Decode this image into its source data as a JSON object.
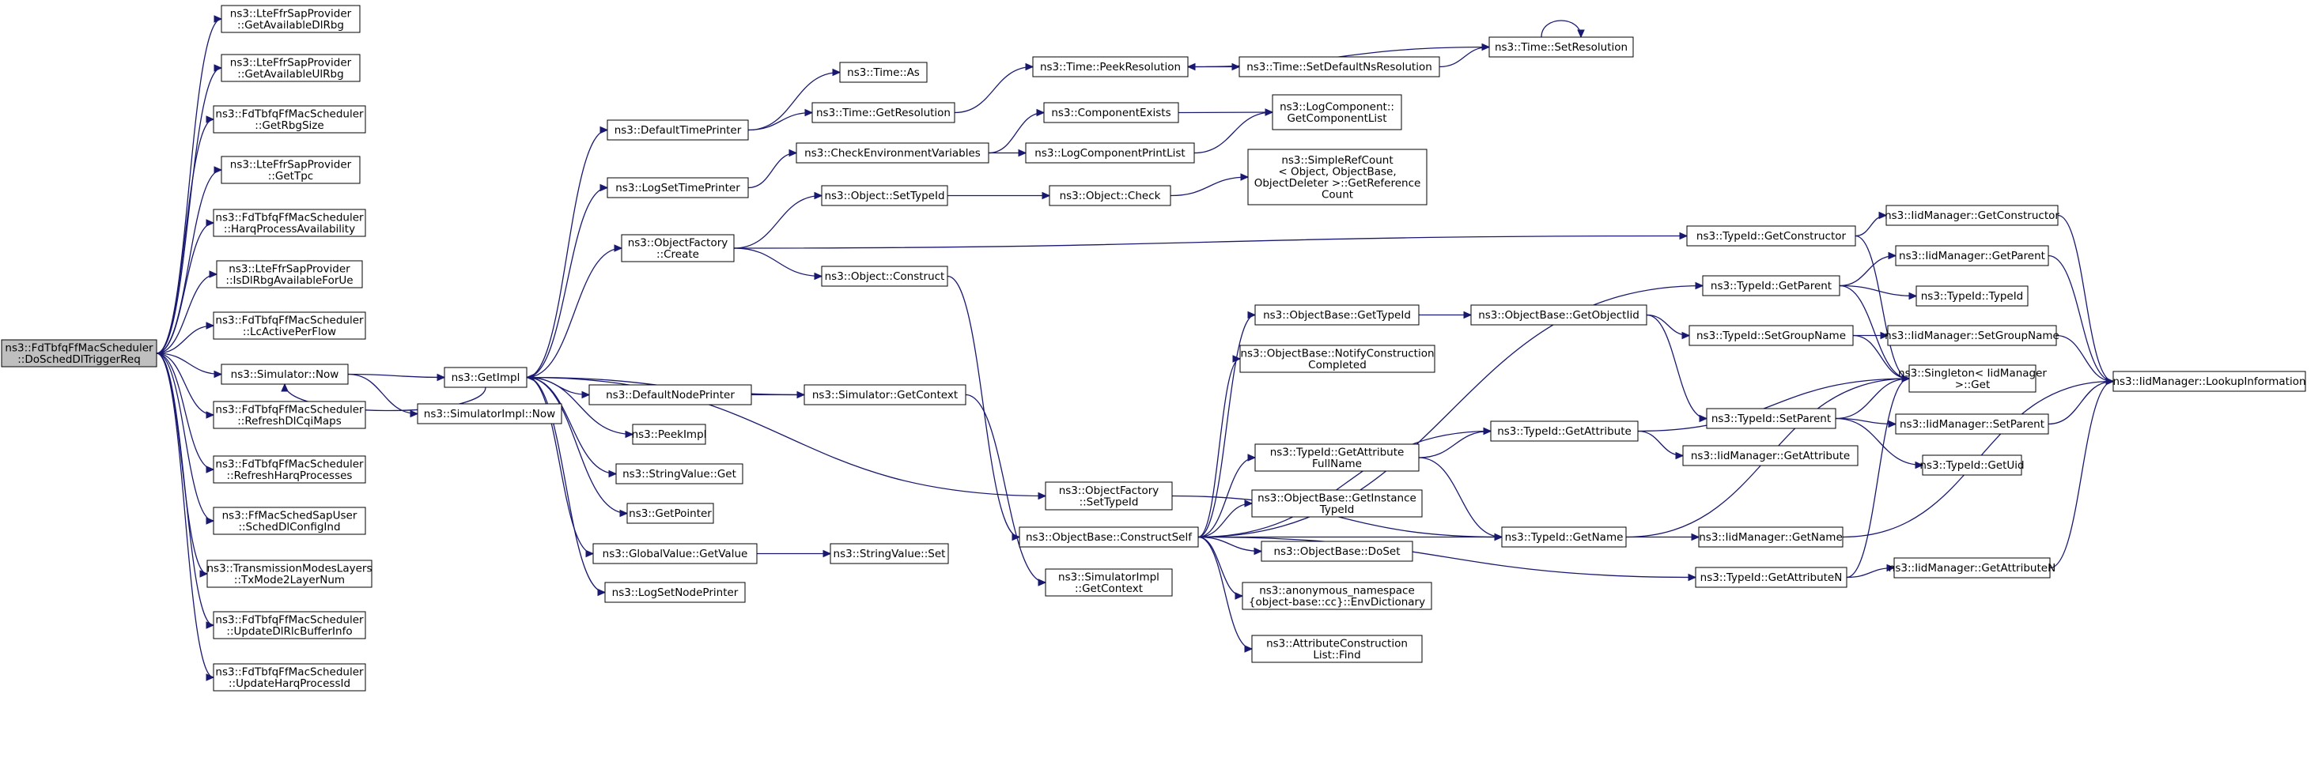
{
  "colors": {
    "edge": "#191970",
    "root_fill": "#bfbfbf",
    "node_fill": "#ffffff",
    "border": "#000000"
  },
  "nodes": [
    {
      "id": "root",
      "lines": [
        "ns3::FdTbfqFfMacScheduler",
        "::DoSchedDlTriggerReq"
      ],
      "root": true
    },
    {
      "id": "getAvailDl",
      "lines": [
        "ns3::LteFfrSapProvider",
        "::GetAvailableDlRbg"
      ]
    },
    {
      "id": "getAvailUl",
      "lines": [
        "ns3::LteFfrSapProvider",
        "::GetAvailableUlRbg"
      ]
    },
    {
      "id": "getRbgSize",
      "lines": [
        "ns3::FdTbfqFfMacScheduler",
        "::GetRbgSize"
      ]
    },
    {
      "id": "getTpc",
      "lines": [
        "ns3::LteFfrSapProvider",
        "::GetTpc"
      ]
    },
    {
      "id": "harqAvail",
      "lines": [
        "ns3::FdTbfqFfMacScheduler",
        "::HarqProcessAvailability"
      ]
    },
    {
      "id": "isDlRbg",
      "lines": [
        "ns3::LteFfrSapProvider",
        "::IsDlRbgAvailableForUe"
      ]
    },
    {
      "id": "lcActive",
      "lines": [
        "ns3::FdTbfqFfMacScheduler",
        "::LcActivePerFlow"
      ]
    },
    {
      "id": "simNow",
      "lines": [
        "ns3::Simulator::Now"
      ]
    },
    {
      "id": "refreshCqi",
      "lines": [
        "ns3::FdTbfqFfMacScheduler",
        "::RefreshDlCqiMaps"
      ]
    },
    {
      "id": "refreshHarq",
      "lines": [
        "ns3::FdTbfqFfMacScheduler",
        "::RefreshHarqProcesses"
      ]
    },
    {
      "id": "schedDlCfg",
      "lines": [
        "ns3::FfMacSchedSapUser",
        "::SchedDlConfigInd"
      ]
    },
    {
      "id": "txMode",
      "lines": [
        "ns3::TransmissionModesLayers",
        "::TxMode2LayerNum"
      ]
    },
    {
      "id": "updateRlc",
      "lines": [
        "ns3::FdTbfqFfMacScheduler",
        "::UpdateDlRlcBufferInfo"
      ]
    },
    {
      "id": "updateHarqId",
      "lines": [
        "ns3::FdTbfqFfMacScheduler",
        "::UpdateHarqProcessId"
      ]
    },
    {
      "id": "getImpl",
      "lines": [
        "ns3::GetImpl"
      ]
    },
    {
      "id": "simImplNow",
      "lines": [
        "ns3::SimulatorImpl::Now"
      ]
    },
    {
      "id": "defTimePrinter",
      "lines": [
        "ns3::DefaultTimePrinter"
      ]
    },
    {
      "id": "logSetTimePrinter",
      "lines": [
        "ns3::LogSetTimePrinter"
      ]
    },
    {
      "id": "objFactoryCreate",
      "lines": [
        "ns3::ObjectFactory",
        "::Create"
      ]
    },
    {
      "id": "defNodePrinter",
      "lines": [
        "ns3::DefaultNodePrinter"
      ]
    },
    {
      "id": "peekImpl",
      "lines": [
        "ns3::PeekImpl"
      ]
    },
    {
      "id": "stringValueGet",
      "lines": [
        "ns3::StringValue::Get"
      ]
    },
    {
      "id": "getPointer",
      "lines": [
        "ns3::GetPointer"
      ]
    },
    {
      "id": "globalValueGetValue",
      "lines": [
        "ns3::GlobalValue::GetValue"
      ]
    },
    {
      "id": "logSetNodePrinter",
      "lines": [
        "ns3::LogSetNodePrinter"
      ]
    },
    {
      "id": "timeAs",
      "lines": [
        "ns3::Time::As"
      ]
    },
    {
      "id": "timeGetRes",
      "lines": [
        "ns3::Time::GetResolution"
      ]
    },
    {
      "id": "checkEnv",
      "lines": [
        "ns3::CheckEnvironmentVariables"
      ]
    },
    {
      "id": "objSetTypeId",
      "lines": [
        "ns3::Object::SetTypeId"
      ]
    },
    {
      "id": "objConstruct",
      "lines": [
        "ns3::Object::Construct"
      ]
    },
    {
      "id": "simGetContext",
      "lines": [
        "ns3::Simulator::GetContext"
      ]
    },
    {
      "id": "stringValueSet",
      "lines": [
        "ns3::StringValue::Set"
      ]
    },
    {
      "id": "timePeekRes",
      "lines": [
        "ns3::Time::PeekResolution"
      ]
    },
    {
      "id": "compExists",
      "lines": [
        "ns3::ComponentExists"
      ]
    },
    {
      "id": "logCompPrintList",
      "lines": [
        "ns3::LogComponentPrintList"
      ]
    },
    {
      "id": "objCheck",
      "lines": [
        "ns3::Object::Check"
      ]
    },
    {
      "id": "objBaseConstructSelf",
      "lines": [
        "ns3::ObjectBase::ConstructSelf"
      ]
    },
    {
      "id": "objFactorySetTypeId",
      "lines": [
        "ns3::ObjectFactory",
        "::SetTypeId"
      ]
    },
    {
      "id": "simImplGetContext",
      "lines": [
        "ns3::SimulatorImpl",
        "::GetContext"
      ]
    },
    {
      "id": "timeSetDefNsRes",
      "lines": [
        "ns3::Time::SetDefaultNsResolution"
      ]
    },
    {
      "id": "timeSetRes",
      "lines": [
        "ns3::Time::SetResolution"
      ]
    },
    {
      "id": "logCompGetList",
      "lines": [
        "ns3::LogComponent::",
        "GetComponentList"
      ]
    },
    {
      "id": "simpleRefCount",
      "lines": [
        "ns3::SimpleRefCount",
        "< Object, ObjectBase,",
        "ObjectDeleter >::GetReference",
        "Count"
      ]
    },
    {
      "id": "objBaseGetTypeId",
      "lines": [
        "ns3::ObjectBase::GetTypeId"
      ]
    },
    {
      "id": "objBaseNotify",
      "lines": [
        "ns3::ObjectBase::NotifyConstruction",
        "Completed"
      ]
    },
    {
      "id": "typeIdGetAttrFullName",
      "lines": [
        "ns3::TypeId::GetAttribute",
        "FullName"
      ]
    },
    {
      "id": "objBaseGetInstanceTypeId",
      "lines": [
        "ns3::ObjectBase::GetInstance",
        "TypeId"
      ]
    },
    {
      "id": "objBaseDoSet",
      "lines": [
        "ns3::ObjectBase::DoSet"
      ]
    },
    {
      "id": "anonEnvDict",
      "lines": [
        "ns3::anonymous_namespace",
        "{object-base::cc}::EnvDictionary"
      ]
    },
    {
      "id": "attrConstrListFind",
      "lines": [
        "ns3::AttributeConstruction",
        "List::Find"
      ]
    },
    {
      "id": "objBaseGetObjectIid",
      "lines": [
        "ns3::ObjectBase::GetObjectIid"
      ]
    },
    {
      "id": "typeIdGetAttribute",
      "lines": [
        "ns3::TypeId::GetAttribute"
      ]
    },
    {
      "id": "typeIdGetName",
      "lines": [
        "ns3::TypeId::GetName"
      ]
    },
    {
      "id": "typeIdGetAttributeN",
      "lines": [
        "ns3::TypeId::GetAttributeN"
      ]
    },
    {
      "id": "typeIdGetConstructor",
      "lines": [
        "ns3::TypeId::GetConstructor"
      ]
    },
    {
      "id": "typeIdGetParent",
      "lines": [
        "ns3::TypeId::GetParent"
      ]
    },
    {
      "id": "typeIdSetGroupName",
      "lines": [
        "ns3::TypeId::SetGroupName"
      ]
    },
    {
      "id": "typeIdSetParent",
      "lines": [
        "ns3::TypeId::SetParent"
      ]
    },
    {
      "id": "iidGetConstructor",
      "lines": [
        "ns3::IidManager::GetConstructor"
      ]
    },
    {
      "id": "iidGetParent",
      "lines": [
        "ns3::IidManager::GetParent"
      ]
    },
    {
      "id": "typeIdTypeId",
      "lines": [
        "ns3::TypeId::TypeId"
      ]
    },
    {
      "id": "iidSetGroupName",
      "lines": [
        "ns3::IidManager::SetGroupName"
      ]
    },
    {
      "id": "singletonGet",
      "lines": [
        "ns3::Singleton< IidManager",
        ">::Get"
      ]
    },
    {
      "id": "iidSetParent",
      "lines": [
        "ns3::IidManager::SetParent"
      ]
    },
    {
      "id": "typeIdGetUid",
      "lines": [
        "ns3::TypeId::GetUid"
      ]
    },
    {
      "id": "iidGetAttribute",
      "lines": [
        "ns3::IidManager::GetAttribute"
      ]
    },
    {
      "id": "iidGetName",
      "lines": [
        "ns3::IidManager::GetName"
      ]
    },
    {
      "id": "iidGetAttributeN",
      "lines": [
        "ns3::IidManager::GetAttributeN"
      ]
    },
    {
      "id": "iidLookupInfo",
      "lines": [
        "ns3::IidManager::LookupInformation"
      ]
    }
  ],
  "edges": [
    [
      "root",
      "getAvailDl"
    ],
    [
      "root",
      "getAvailUl"
    ],
    [
      "root",
      "getRbgSize"
    ],
    [
      "root",
      "getTpc"
    ],
    [
      "root",
      "harqAvail"
    ],
    [
      "root",
      "isDlRbg"
    ],
    [
      "root",
      "lcActive"
    ],
    [
      "root",
      "simNow"
    ],
    [
      "root",
      "refreshCqi"
    ],
    [
      "root",
      "refreshHarq"
    ],
    [
      "root",
      "schedDlCfg"
    ],
    [
      "root",
      "txMode"
    ],
    [
      "root",
      "updateRlc"
    ],
    [
      "root",
      "updateHarqId"
    ],
    [
      "simNow",
      "getImpl"
    ],
    [
      "simNow",
      "simImplNow"
    ],
    [
      "getImpl",
      "defTimePrinter"
    ],
    [
      "getImpl",
      "logSetTimePrinter"
    ],
    [
      "getImpl",
      "objFactoryCreate"
    ],
    [
      "getImpl",
      "defNodePrinter"
    ],
    [
      "getImpl",
      "peekImpl"
    ],
    [
      "getImpl",
      "stringValueGet"
    ],
    [
      "getImpl",
      "getPointer"
    ],
    [
      "getImpl",
      "globalValueGetValue"
    ],
    [
      "getImpl",
      "logSetNodePrinter"
    ],
    [
      "getImpl",
      "objFactorySetTypeId"
    ],
    [
      "getImpl",
      "simNow"
    ],
    [
      "defTimePrinter",
      "timeAs"
    ],
    [
      "defTimePrinter",
      "timeGetRes"
    ],
    [
      "logSetTimePrinter",
      "checkEnv"
    ],
    [
      "objFactoryCreate",
      "objSetTypeId"
    ],
    [
      "objFactoryCreate",
      "objConstruct"
    ],
    [
      "objFactoryCreate",
      "typeIdGetConstructor"
    ],
    [
      "defNodePrinter",
      "simGetContext"
    ],
    [
      "globalValueGetValue",
      "stringValueSet"
    ],
    [
      "timeGetRes",
      "timePeekRes"
    ],
    [
      "checkEnv",
      "compExists"
    ],
    [
      "checkEnv",
      "logCompPrintList"
    ],
    [
      "objSetTypeId",
      "objCheck"
    ],
    [
      "objConstruct",
      "objBaseConstructSelf"
    ],
    [
      "simGetContext",
      "simImplGetContext"
    ],
    [
      "simGetContext",
      "getImpl"
    ],
    [
      "timePeekRes",
      "timeSetDefNsRes"
    ],
    [
      "timeSetDefNsRes",
      "timeSetRes"
    ],
    [
      "timeSetRes",
      "timePeekRes"
    ],
    [
      "timeSetRes",
      "timeSetRes"
    ],
    [
      "compExists",
      "logCompGetList"
    ],
    [
      "logCompPrintList",
      "logCompGetList"
    ],
    [
      "objCheck",
      "simpleRefCount"
    ],
    [
      "objBaseConstructSelf",
      "objBaseGetTypeId"
    ],
    [
      "objBaseConstructSelf",
      "objBaseNotify"
    ],
    [
      "objBaseConstructSelf",
      "typeIdGetAttrFullName"
    ],
    [
      "objBaseConstructSelf",
      "objBaseGetInstanceTypeId"
    ],
    [
      "objBaseConstructSelf",
      "objBaseDoSet"
    ],
    [
      "objBaseConstructSelf",
      "anonEnvDict"
    ],
    [
      "objBaseConstructSelf",
      "attrConstrListFind"
    ],
    [
      "objBaseConstructSelf",
      "typeIdGetAttribute"
    ],
    [
      "objBaseConstructSelf",
      "typeIdGetName"
    ],
    [
      "objBaseConstructSelf",
      "typeIdGetAttributeN"
    ],
    [
      "objBaseConstructSelf",
      "typeIdGetParent"
    ],
    [
      "objFactorySetTypeId",
      "typeIdGetName"
    ],
    [
      "objBaseGetTypeId",
      "objBaseGetObjectIid"
    ],
    [
      "objBaseGetObjectIid",
      "typeIdSetGroupName"
    ],
    [
      "objBaseGetObjectIid",
      "typeIdSetParent"
    ],
    [
      "typeIdGetAttrFullName",
      "typeIdGetAttribute"
    ],
    [
      "typeIdGetAttrFullName",
      "typeIdGetName"
    ],
    [
      "typeIdGetAttribute",
      "iidGetAttribute"
    ],
    [
      "typeIdGetAttribute",
      "singletonGet"
    ],
    [
      "typeIdGetName",
      "iidGetName"
    ],
    [
      "typeIdGetName",
      "singletonGet"
    ],
    [
      "typeIdGetAttributeN",
      "iidGetAttributeN"
    ],
    [
      "typeIdGetAttributeN",
      "singletonGet"
    ],
    [
      "typeIdGetConstructor",
      "iidGetConstructor"
    ],
    [
      "typeIdGetConstructor",
      "singletonGet"
    ],
    [
      "typeIdGetParent",
      "iidGetParent"
    ],
    [
      "typeIdGetParent",
      "typeIdTypeId"
    ],
    [
      "typeIdGetParent",
      "singletonGet"
    ],
    [
      "typeIdSetGroupName",
      "iidSetGroupName"
    ],
    [
      "typeIdSetGroupName",
      "singletonGet"
    ],
    [
      "typeIdSetParent",
      "iidSetParent"
    ],
    [
      "typeIdSetParent",
      "typeIdGetUid"
    ],
    [
      "typeIdSetParent",
      "singletonGet"
    ],
    [
      "iidGetConstructor",
      "iidLookupInfo"
    ],
    [
      "iidGetParent",
      "iidLookupInfo"
    ],
    [
      "iidSetGroupName",
      "iidLookupInfo"
    ],
    [
      "iidSetParent",
      "iidLookupInfo"
    ],
    [
      "iidGetName",
      "iidLookupInfo"
    ],
    [
      "iidGetAttributeN",
      "iidLookupInfo"
    ]
  ]
}
